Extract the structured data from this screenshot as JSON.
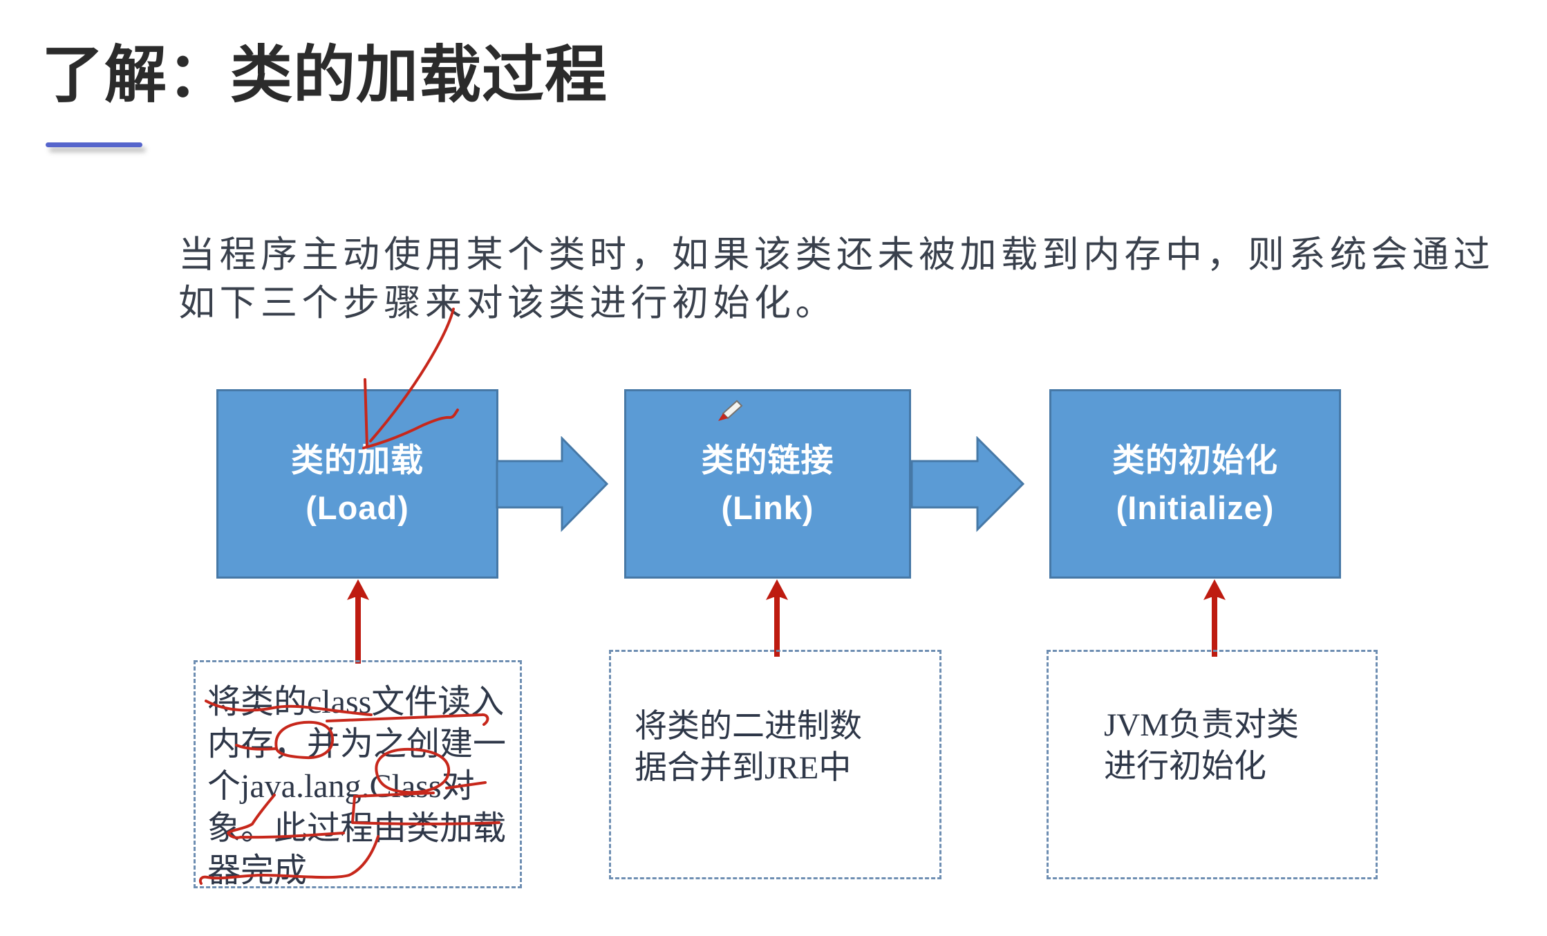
{
  "title": {
    "text": "了解：类的加载过程"
  },
  "intro": {
    "line1": "当程序主动使用某个类时，如果该类还未被加载到内存中，则系统会通过",
    "line2": "如下三个步骤来对该类进行初始化。"
  },
  "flow": {
    "steps": [
      {
        "id": "load",
        "title_cn": "类的加载",
        "title_en": "(Load)",
        "note_lines": [
          "将类的class文件读入",
          "内存，并为之创建一",
          "个java.lang.Class对",
          "象。此过程由类加载",
          "器完成"
        ]
      },
      {
        "id": "link",
        "title_cn": "类的链接",
        "title_en": "(Link)",
        "note_lines": [
          "将类的二进制数",
          "据合并到JRE中"
        ]
      },
      {
        "id": "initialize",
        "title_cn": "类的初始化",
        "title_en": "(Initialize)",
        "note_lines": [
          "JVM负责对类",
          "进行初始化"
        ]
      }
    ]
  },
  "colors": {
    "box_fill": "#5B9BD5",
    "box_border": "#4678A6",
    "box_text": "#FFFFFF",
    "dashed_border": "#6E8EB2",
    "note_text": "#2E3748",
    "intro_text": "#39404C",
    "title_text": "#2B2B2B",
    "title_underline": "#5665CC",
    "pen_red": "#C7271B",
    "arrow_red": "#BE1B10",
    "slide_bg": "#FFFFFF"
  }
}
